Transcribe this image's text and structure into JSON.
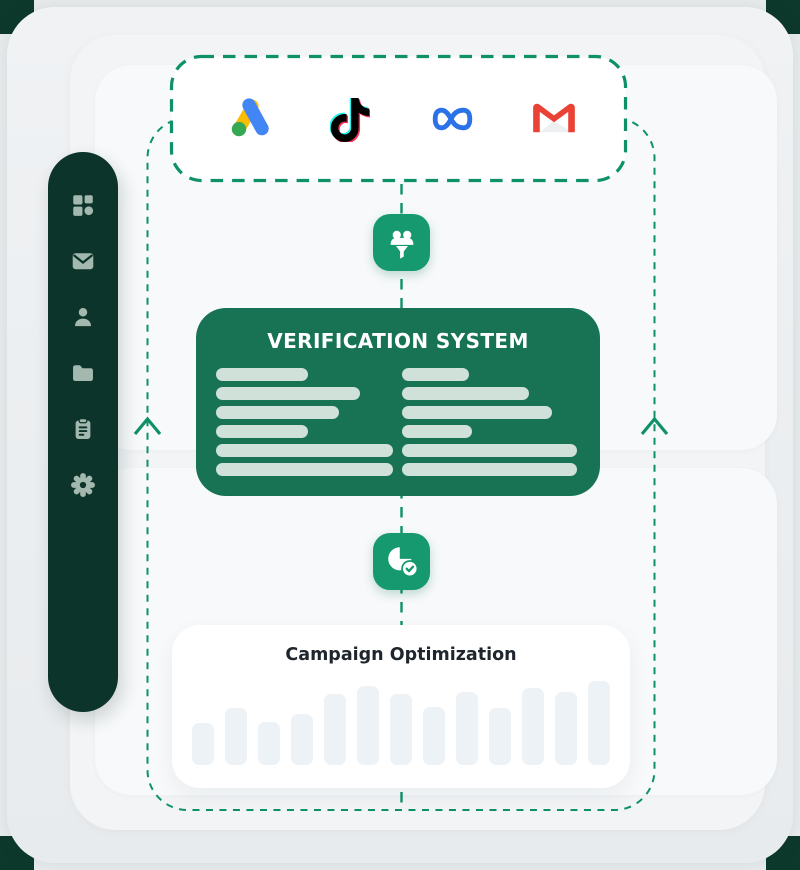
{
  "diagram": {
    "sources": {
      "platforms": [
        {
          "icon": "google-ads-logo"
        },
        {
          "icon": "tiktok-logo"
        },
        {
          "icon": "meta-logo"
        },
        {
          "icon": "gmail-logo"
        }
      ]
    },
    "filter_step": {
      "icon": "audience-funnel-icon"
    },
    "verification": {
      "title": "VERIFICATION SYSTEM",
      "left_bar_widths": [
        92,
        144,
        123,
        92,
        177,
        177
      ],
      "right_bar_widths": [
        67,
        127,
        150,
        70,
        175,
        175
      ]
    },
    "schedule_step": {
      "icon": "clock-check-icon"
    },
    "campaign": {
      "title": "Campaign Optimization",
      "bar_heights": [
        42,
        57,
        43,
        51,
        71,
        79,
        71,
        58,
        73,
        57,
        77,
        73,
        84
      ]
    }
  },
  "sidebar": {
    "items": [
      "dashboard",
      "mail",
      "user",
      "folder",
      "clipboard",
      "settings"
    ]
  },
  "colors": {
    "accent_green": "#0E9168",
    "deep_green": "#187355",
    "icon_tile_green": "#16996E",
    "sidebar_green": "#0C342A",
    "placeholder_bar_sage": "#CFE1D8",
    "chart_bar_gray": "#EDF2F7",
    "google_ads_yellow": "#FBBC04",
    "google_ads_blue": "#4285F4",
    "google_ads_green": "#34A853",
    "tiktok_cyan": "#25F4EE",
    "tiktok_red": "#FE2C55",
    "meta_blue": "#2B72E8",
    "gmail_red": "#EA4335"
  }
}
